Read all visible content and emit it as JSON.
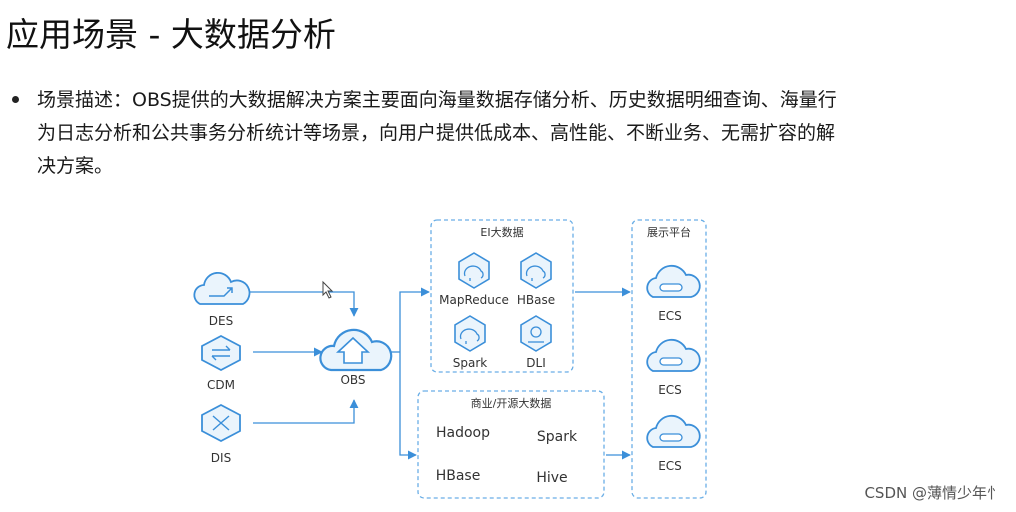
{
  "title": "应用场景 - 大数据分析",
  "description": {
    "lines": [
      "场景描述：OBS提供的大数据解决方案主要面向海量数据存储分析、历史数据明细查询、海量行",
      "为日志分析和公共事务分析统计等场景，向用户提供低成本、高性能、不断业务、无需扩容的解",
      "决方案。"
    ]
  },
  "diagram": {
    "sources": [
      {
        "label": "DES",
        "icon": "cloud-transfer-icon"
      },
      {
        "label": "CDM",
        "icon": "shield-exchange-icon"
      },
      {
        "label": "DIS",
        "icon": "shield-stream-icon"
      }
    ],
    "obs": {
      "label": "OBS",
      "icon": "cloud-upload-icon"
    },
    "ei_group": {
      "title": "EI大数据",
      "items": [
        {
          "label": "MapReduce",
          "icon": "elephant-icon"
        },
        {
          "label": "HBase",
          "icon": "elephant-icon"
        },
        {
          "label": "Spark",
          "icon": "elephant-icon"
        },
        {
          "label": "DLI",
          "icon": "dli-icon"
        }
      ]
    },
    "oss_group": {
      "title": "商业/开源大数据",
      "items": [
        "Hadoop",
        "Spark",
        "HBase",
        "Hive"
      ]
    },
    "display_group": {
      "title": "展示平台",
      "items": [
        "ECS",
        "ECS",
        "ECS"
      ]
    },
    "colors": {
      "accent": "#3b8fd9",
      "dash": "#6aaee6",
      "icon_fill": "#eaf4fc"
    }
  },
  "watermark": "CSDN @薄情少年忄"
}
